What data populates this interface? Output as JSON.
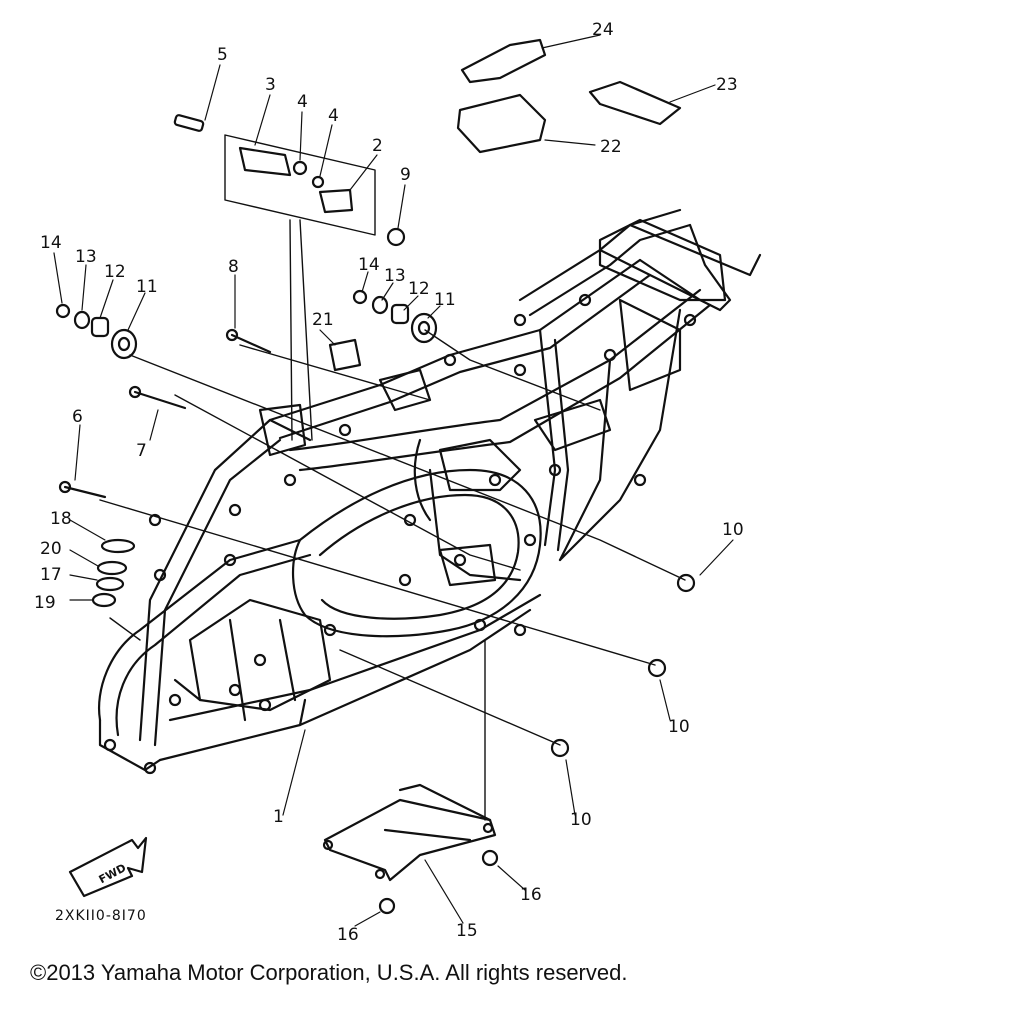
{
  "callouts": {
    "c1": "1",
    "c2": "2",
    "c3": "3",
    "c4a": "4",
    "c4b": "4",
    "c5": "5",
    "c6": "6",
    "c7": "7",
    "c8": "8",
    "c9": "9",
    "c10a": "10",
    "c10b": "10",
    "c10c": "10",
    "c11a": "11",
    "c11b": "11",
    "c12a": "12",
    "c12b": "12",
    "c13a": "13",
    "c13b": "13",
    "c14a": "14",
    "c14b": "14",
    "c15": "15",
    "c16a": "16",
    "c16b": "16",
    "c17": "17",
    "c18": "18",
    "c19": "19",
    "c20": "20",
    "c21": "21",
    "c22": "22",
    "c23": "23",
    "c24": "24"
  },
  "diagram_code": "2XKII0-8I70",
  "fwd_label": "FWD",
  "copyright": "©2013 Yamaha Motor Corporation, U.S.A. All rights reserved.",
  "colors": {
    "ink": "#111111",
    "background": "#ffffff"
  }
}
